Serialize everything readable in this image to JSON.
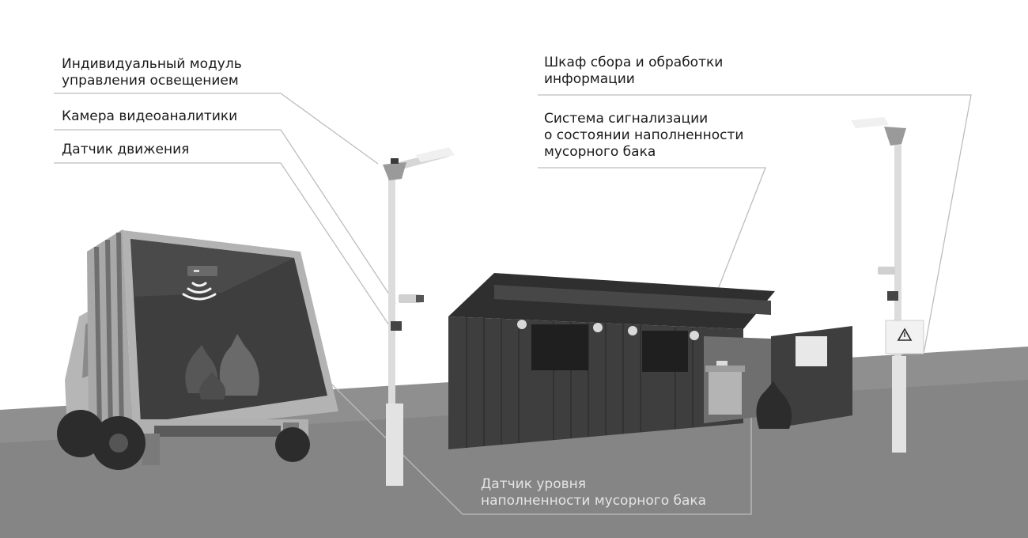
{
  "labels": {
    "lighting_module": [
      "Индивидуальный модуль",
      "управления освещением"
    ],
    "camera": "Камера видеоаналитики",
    "motion_sensor": "Датчик движения",
    "info_cabinet": [
      "Шкаф сбора и обработки",
      "информации"
    ],
    "alarm_system": [
      "Система сигнализации",
      "о состоянии наполненности",
      "мусорного бака"
    ],
    "fill_sensor": [
      "Датчик уровня",
      "наполненности мусорного бака"
    ]
  },
  "colors": {
    "ground": "#8f8f8f",
    "structures": "#3a3a3a",
    "leader_lines": "#bdbdbd"
  }
}
